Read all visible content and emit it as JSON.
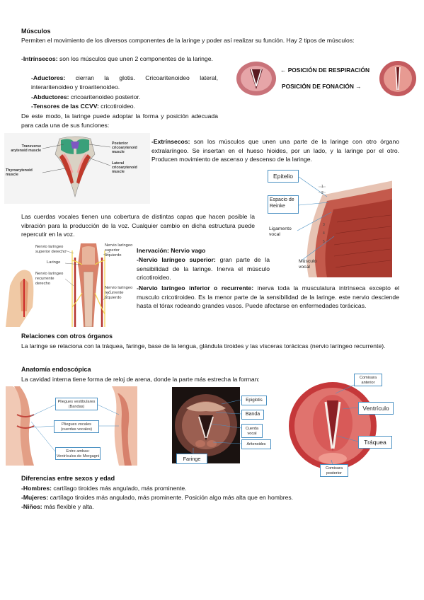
{
  "musculos": {
    "heading": "Músculos",
    "intro": "Permiten el movimiento de los diversos componentes de la laringe y poder así realizar su función. Hay 2 tipos de músculos:",
    "intrinsecos_term": "-Intrínsecos:",
    "intrinsecos_text": " son los músculos que unen 2 componentes de la laringe.",
    "aductores_term": "-Aductores:",
    "aductores_text": " cierran la glotis. Cricoaritenoideo lateral, interaritenoideo y tiroaritenoideo.",
    "abductores_term": "-Abductores:",
    "abductores_text": " cricoaritenoideo posterior.",
    "tensores_term": "-Tensores de las CCVV:",
    "tensores_text": " cricotiroideo.",
    "modo": "De este modo, la laringe puede adoptar la forma y posición adecuada para cada una de sus funciones:",
    "extrinsecos_term": "-Extrínsecos:",
    "extrinsecos_text": " son los músculos que unen una parte de la laringe con otro órgano extralaríngeo. Se insertan en el hueso hioides, por un lado, y la laringe por el otro. Producen movimiento de ascenso y descenso de la laringe.",
    "cuerdas": "Las cuerdas vocales tienen una cobertura de distintas capas que hacen posible la vibración para la producción de la voz. Cualquier cambio en dicha estructura puede repercutir en la voz."
  },
  "positions": {
    "respiracion": "← POSICIÓN DE RESPIRACIÓN",
    "fonacion": "POSICIÓN DE FONACIÓN →"
  },
  "muscle_fig": {
    "transverse": "Transverse arytenoid muscle",
    "thyro": "Thyroarytenoid muscle",
    "posterior": "Posterior cricoarytenoid muscle",
    "lateral": "Lateral cricoarytenoid muscle"
  },
  "layers_fig": {
    "epitelio": "Epitelio",
    "reinke": "Espacio de Reinke",
    "ligamento": "Ligamento vocal",
    "musculo": "Músculo vocal",
    "n1": "1",
    "n2": "2",
    "n3": "3",
    "n4": "4",
    "n5": "5"
  },
  "nerve_fig": {
    "sup_der": "Nervio laríngeo superior derecho",
    "laringe": "Laringe",
    "rec_der": "Nervio laríngeo recurrente derecho",
    "sup_izq": "Nervio laríngeo superior izquierdo",
    "rec_izq": "Nervio laríngeo recurrente izquierdo"
  },
  "inervacion": {
    "heading": "Inervación: Nervio vago",
    "superior_term": "-Nervio laríngeo superior:",
    "superior_text": " gran parte de la sensibilidad de la laringe. Inerva el músculo cricotiroideo.",
    "inferior_term": "-Nervio laríngeo inferior o recurrente:",
    "inferior_text": " inerva toda la musculatura intrínseca excepto el musculo cricotiroideo. Es la menor parte de la sensibilidad de la laringe. este nervio desciende hasta el tórax rodeando grandes vasos. Puede afectarse en enfermedades torácicas."
  },
  "relaciones": {
    "heading": "Relaciones con otros órganos",
    "text": "La laringe se relaciona con la tráquea, faringe, base de la lengua, glándula tiroides y las vísceras torácicas (nervio laríngeo recurrente)."
  },
  "anatomia": {
    "heading": "Anatomía endoscópica",
    "text": "La cavidad interna tiene forma de reloj de arena, donde la parte más estrecha la forman:"
  },
  "fig_sagittal": {
    "vestibulares": "Pliegues vestibulares (Bandas)",
    "vocales": "Pliegues vocales (cuerdas vocales)",
    "ambas": "Entre ambas: Ventrículos de Morgagni"
  },
  "fig_endo": {
    "epiglotis": "Epiglotis",
    "banda": "Banda",
    "cuerda": "Cuerda vocal",
    "aritenoides": "Aritenoides",
    "faringe": "Faringe"
  },
  "fig_circle": {
    "comisura_ant": "Comisura anterior",
    "ventriculo": "Ventrículo",
    "traquea": "Tráquea",
    "comisura_post": "Comisura posterior"
  },
  "diferencias": {
    "heading": "Diferencias entre sexos y edad",
    "hombres_term": "-Hombres:",
    "hombres_text": " cartílago tiroides más angulado, más prominente.",
    "mujeres_term": "-Mujeres:",
    "mujeres_text": " cartílago tiroides más angulado, más prominente. Posición algo más alta que en hombres.",
    "ninos_term": "-Niños:",
    "ninos_text": " más flexible y alta."
  }
}
